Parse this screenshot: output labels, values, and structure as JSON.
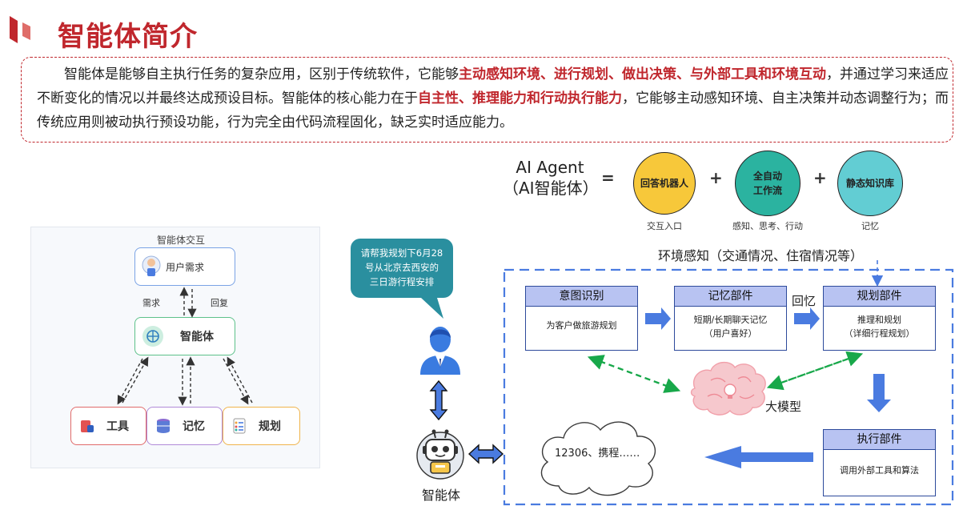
{
  "header": {
    "title": "智能体简介"
  },
  "intro": {
    "p1": "智能体是能够自主执行任务的复杂应用，区别于传统软件，它能够",
    "h1": "主动感知环境、进行规划、做出决策、与外部工具和环境互动",
    "p2": "，并通过学习来适应不断变化的情况以并最终达成预设目标。智能体的核心能力在于",
    "h2": "自主性、推理能力和行动执行能力",
    "p3": "，它能够主动感知环境、自主决策并动态调整行为；而传统应用则被动执行预设功能，行为完全由代码流程固化，缺乏实时适应能力。"
  },
  "left_diagram": {
    "title": "智能体交互",
    "user_need": "用户需求",
    "need_label": "需求",
    "reply_label": "回复",
    "agent": "智能体",
    "tools": "工具",
    "memory": "记忆",
    "planning": "规划"
  },
  "formula": {
    "agent_line1": "AI Agent",
    "agent_line2": "（AI智能体）",
    "equals": "=",
    "plus1": "+",
    "plus2": "+",
    "c1": "回答机器人",
    "c1_sub": "交互入口",
    "c2_line1": "全自动",
    "c2_line2": "工作流",
    "c2_sub": "感知、思考、行动",
    "c3": "静态知识库",
    "c3_sub": "记忆",
    "colors": {
      "c1": "#f7c83a",
      "c2": "#2bb3a0",
      "c3": "#62cdd3"
    }
  },
  "flow": {
    "bubble_line1": "请帮我规划下6月28",
    "bubble_line2": "号从北京去西安的",
    "bubble_line3": "三日游行程安排",
    "robot_label": "智能体",
    "env_label": "环境感知（交通情况、住宿情况等）",
    "intent_title": "意图识别",
    "intent_body": "为客户做旅游规划",
    "memory_title": "记忆部件",
    "memory_body1": "短期/长期聊天记忆",
    "memory_body2": "（用户喜好）",
    "recall": "回忆",
    "plan_title": "规划部件",
    "plan_body1": "推理和规划",
    "plan_body2": "（详细行程规划）",
    "llm": "大模型",
    "exec_title": "执行部件",
    "exec_body": "调用外部工具和算法",
    "cloud": "12306、携程……",
    "colors": {
      "accent": "#4a7be0",
      "header": "#b8c3f2",
      "bubble": "#2a8f9f",
      "dash_green": "#18a84a"
    }
  }
}
